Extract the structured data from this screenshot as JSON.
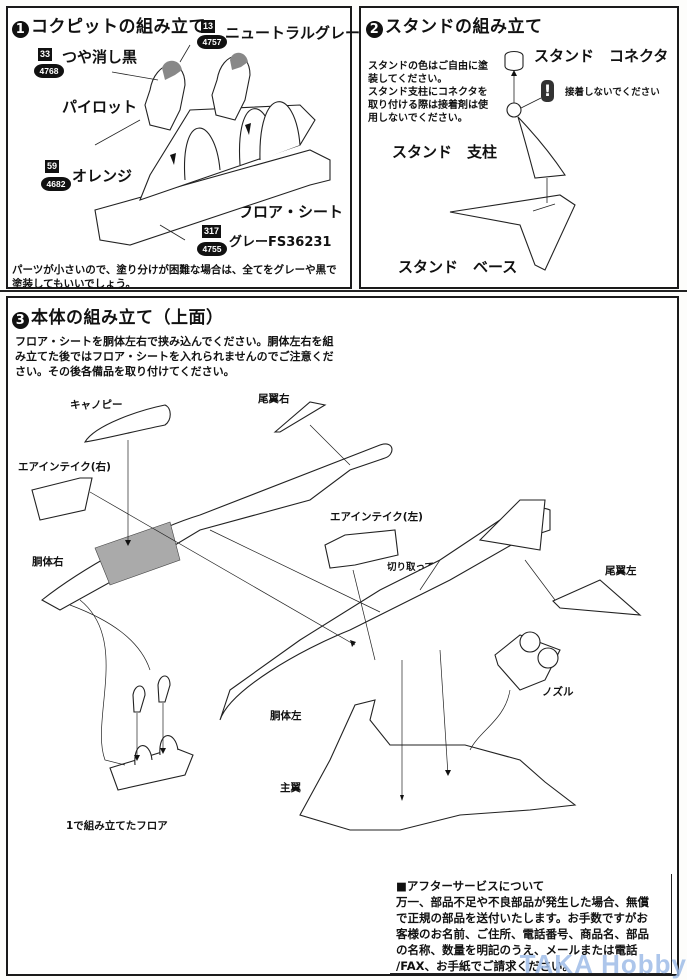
{
  "section1": {
    "number": "1",
    "title": "コクピットの組み立て",
    "paints": [
      {
        "code": "13",
        "oval": "4757",
        "name": "ニュートラルグレー"
      },
      {
        "code": "33",
        "oval": "4768",
        "name": "つや消し黒"
      },
      {
        "code": "59",
        "oval": "4682",
        "name": "オレンジ"
      },
      {
        "code": "317",
        "oval": "4755",
        "name": "グレーFS36231"
      }
    ],
    "labels": {
      "pilot": "パイロット",
      "floor_seat": "フロア・シート"
    },
    "note": "パーツが小さいので、塗り分けが困難な場合は、全てをグレーや黒で塗装してもいいでしょう。"
  },
  "section2": {
    "number": "2",
    "title": "スタンドの組み立て",
    "note_lines": [
      "スタンドの色はご自由に塗",
      "装してください。",
      "スタンド支柱にコネクタを",
      "取り付ける際は接着剤は使",
      "用しないでください。"
    ],
    "labels": {
      "connector": "スタンド　コネクタ",
      "pillar": "スタンド　支柱",
      "base": "スタンド　ベース"
    },
    "warning": {
      "icon": "!",
      "text": "接着しないでください"
    }
  },
  "section3": {
    "number": "3",
    "title": "本体の組み立て（上面）",
    "note_lines": [
      "フロア・シートを胴体左右で挟み込んでください。胴体左右を組",
      "み立てた後ではフロア・シートを入れられませんのでご注意くだ",
      "さい。その後各備品を取り付けてください。"
    ],
    "labels": {
      "canopy": "キャノピー",
      "tail_right": "尾翼右",
      "intake_right": "エアインテイク(右)",
      "fuselage_right": "胴体右",
      "intake_left": "エアインテイク(左)",
      "cut_off": "切り取ってください",
      "tail_left": "尾翼左",
      "nozzle": "ノズル",
      "fuselage_left": "胴体左",
      "main_wing": "主翼",
      "floor_from_1": "1で組み立てたフロア"
    }
  },
  "after_service": {
    "heading": "■アフターサービスについて",
    "lines": [
      "万一、部品不足や不良部品が発生した場合、無償",
      "で正規の部品を送付いたします。お手数ですがお",
      "客様のお名前、ご住所、電話番号、商品名、部品",
      "の名称、数量を明記のうえ、メールまたは電話",
      "/FAX、お手紙でご請求ください。"
    ]
  },
  "watermark": "TAKA Hobby"
}
